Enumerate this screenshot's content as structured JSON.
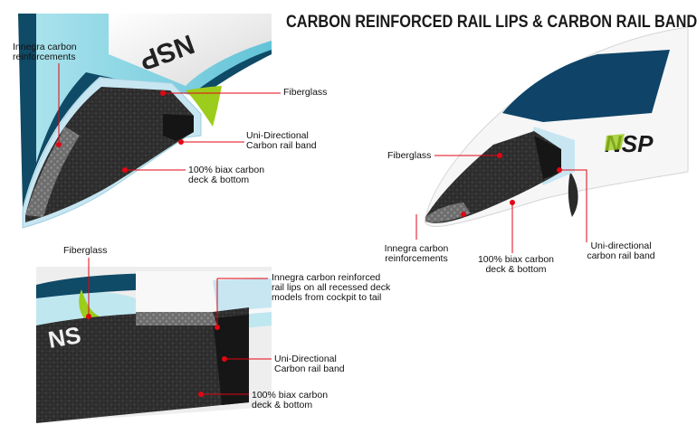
{
  "title": "CARBON REINFORCED RAIL LIPS & CARBON RAIL BAND",
  "brand": {
    "logo_text": "NSP"
  },
  "colors": {
    "accent_red": "#e30613",
    "board_white": "#f4f4f4",
    "board_cyan": "#7fd3e3",
    "board_lime": "#9ccc1c",
    "carbon_dark": "#2b2b2b",
    "deck_navy": "#0f4468",
    "fiberglass": "#c7e6f1"
  },
  "panels": {
    "top_left": {
      "labels": {
        "innegra": [
          "Innegra carbon",
          "reinforcements"
        ],
        "fiberglass": "Fiberglass",
        "rail_band": [
          "Uni-Directional",
          "Carbon rail band"
        ],
        "biax": [
          "100% biax carbon",
          "deck & bottom"
        ]
      }
    },
    "right": {
      "labels": {
        "fiberglass": "Fiberglass",
        "innegra": [
          "Innegra carbon",
          "reinforcements"
        ],
        "biax": [
          "100% biax carbon",
          "deck & bottom"
        ],
        "rail_band": [
          "Uni-directional",
          "carbon rail band"
        ]
      }
    },
    "bottom_left": {
      "labels": {
        "fiberglass": "Fiberglass",
        "innegra": [
          "Innegra carbon reinforced",
          "rail lips on all recessed deck",
          "models from cockpit to tail"
        ],
        "rail_band": [
          "Uni-Directional",
          "Carbon rail band"
        ],
        "biax": [
          "100% biax carbon",
          "deck & bottom"
        ]
      }
    }
  }
}
